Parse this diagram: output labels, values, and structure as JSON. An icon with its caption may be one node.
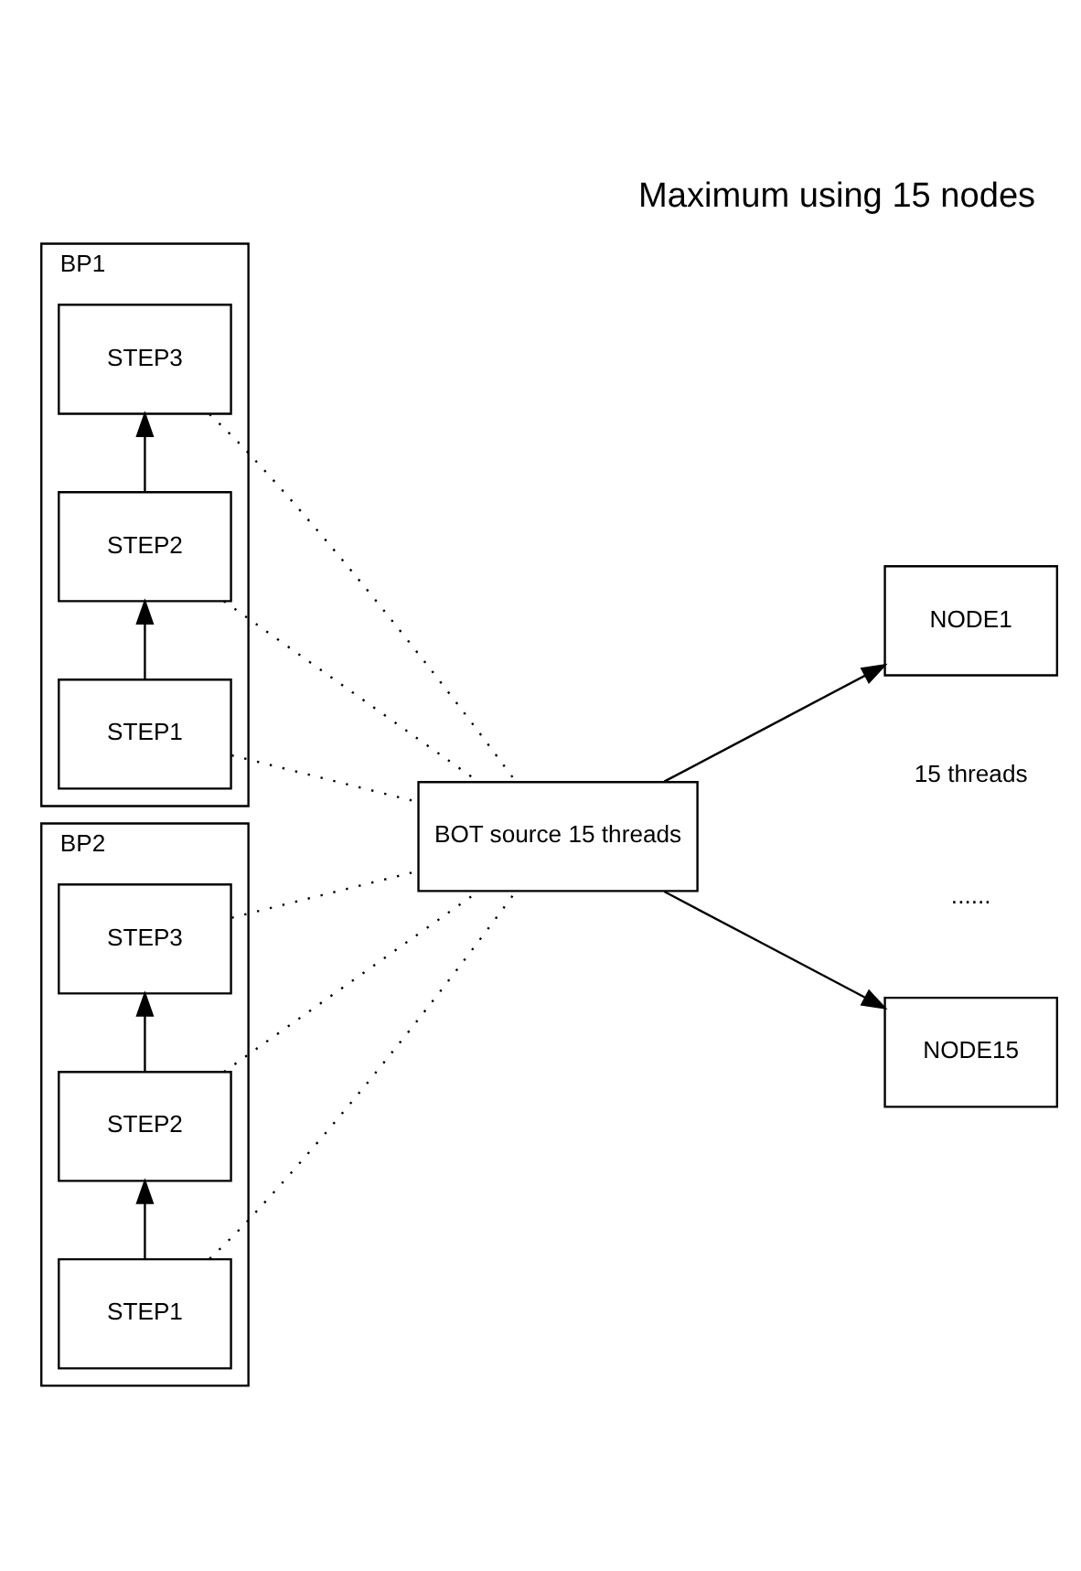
{
  "diagram": {
    "title": "Maximum using 15 nodes",
    "nodes": [
      {
        "text": [
          "BP1"
        ]
      },
      {
        "text": [
          "STEP1"
        ],
        "in": 0
      },
      {
        "text": [
          "STEP2"
        ],
        "in": 0
      },
      {
        "text": [
          "STEP3"
        ],
        "in": 0
      },
      {
        "text": [
          "BP2"
        ]
      },
      {
        "text": [
          "STEP1"
        ],
        "in": 4
      },
      {
        "text": [
          "STEP2"
        ],
        "in": 4
      },
      {
        "text": [
          "STEP3"
        ],
        "in": 4
      },
      {
        "text": [
          "BOT source 15 threads"
        ]
      },
      {
        "text": [
          "NODE1"
        ]
      },
      {
        "text": [
          "NODE15"
        ]
      }
    ],
    "edges": [
      {
        "from": 1,
        "to": 2,
        "arrow": "to"
      },
      {
        "from": 2,
        "to": 3,
        "arrow": "to"
      },
      {
        "from": 5,
        "to": 6,
        "arrow": "to"
      },
      {
        "from": 6,
        "to": 7,
        "arrow": "to"
      },
      {
        "from": 1,
        "to": 8,
        "arrow": "none",
        "style": "dashed"
      },
      {
        "from": 2,
        "to": 8,
        "arrow": "none",
        "style": "dashed"
      },
      {
        "from": 3,
        "to": 8,
        "arrow": "none",
        "style": "dashed"
      },
      {
        "from": 5,
        "to": 8,
        "arrow": "none",
        "style": "dashed"
      },
      {
        "from": 6,
        "to": 8,
        "arrow": "none",
        "style": "dashed"
      },
      {
        "from": 7,
        "to": 8,
        "arrow": "none",
        "style": "dashed"
      },
      {
        "from": 8,
        "to": 9,
        "arrow": "to"
      },
      {
        "from": 8,
        "to": 10,
        "arrow": "to"
      }
    ],
    "labels": [
      "15 threads",
      "......"
    ]
  }
}
